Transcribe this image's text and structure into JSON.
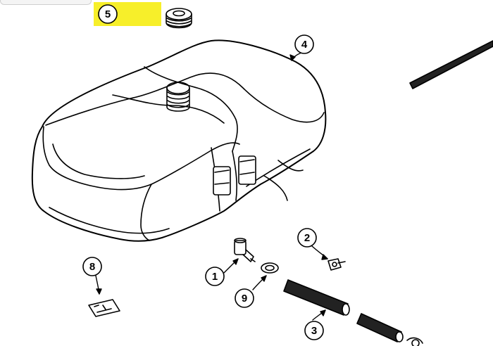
{
  "callouts": [
    {
      "id": "5",
      "label": "5",
      "highlighted": true
    },
    {
      "id": "4",
      "label": "4"
    },
    {
      "id": "2",
      "label": "2"
    },
    {
      "id": "8",
      "label": "8"
    },
    {
      "id": "1",
      "label": "1"
    },
    {
      "id": "9",
      "label": "9"
    },
    {
      "id": "3",
      "label": "3"
    }
  ],
  "colors": {
    "highlight": "#f7ef2a",
    "line": "#000000",
    "background": "#ffffff"
  }
}
